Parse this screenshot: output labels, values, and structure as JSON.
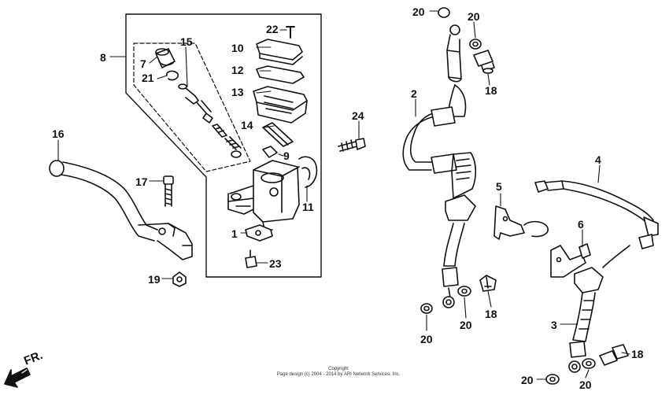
{
  "diagram": {
    "callouts": [
      "1",
      "2",
      "3",
      "4",
      "5",
      "6",
      "7",
      "8",
      "9",
      "10",
      "11",
      "12",
      "13",
      "14",
      "15",
      "16",
      "17",
      "18",
      "19",
      "20",
      "21",
      "22",
      "23",
      "24"
    ]
  },
  "direction": {
    "label": "FR."
  },
  "footer": {
    "line1": "Copyright",
    "line2": "Page design (c) 2004 - 2014 by ARI Network Services, Inc."
  }
}
